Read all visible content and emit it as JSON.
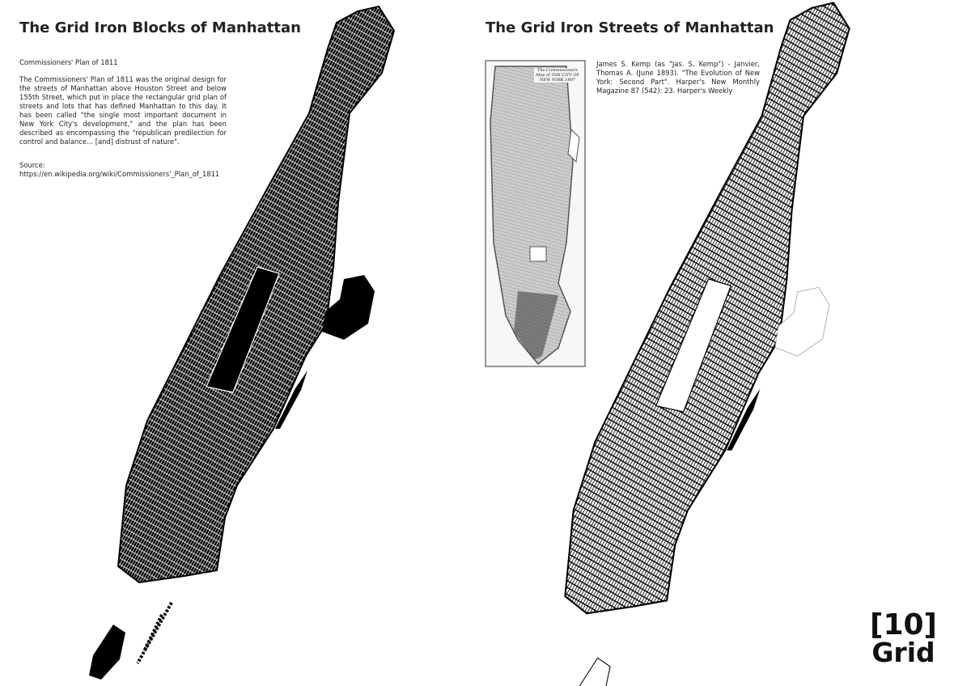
{
  "left_panel": {
    "title": "The Grid Iron Blocks of Manhattan",
    "subtitle": "Commissioners' Plan of 1811",
    "body": "The Commissioners' Plan of 1811 was the original design for the streets of Manhattan above Houston Street and below 155th Street, which put in place the rectangular grid plan of streets and lots that has defined Manhattan to this day. It has been called \"the single most important document in New York City's development,\" and the plan has been described as encompassing the \"republican predilection for control and balance... [and] distrust of nature\".",
    "source": "Source: https://en.wikipedia.org/wiki/Commissioners'_Plan_of_1811"
  },
  "right_panel": {
    "title": "The Grid Iron Streets of Manhattan",
    "caption": "James S. Kemp (as \"Jas. S. Kemp\") - Janvier, Thomas A. (June 1893). \"The Evolution of New York: Second Part\". Harper's New Monthly Magazine 87 (542): 23. Harper's Weekly",
    "old_map_title": "The Commissioners Map of THE CITY OF NEW YORK 1807"
  },
  "badge": {
    "number": "[10]",
    "label": "Grid"
  },
  "colors": {
    "ink": "#000000",
    "paper": "#ffffff",
    "old_map": "#d8d8d8"
  }
}
